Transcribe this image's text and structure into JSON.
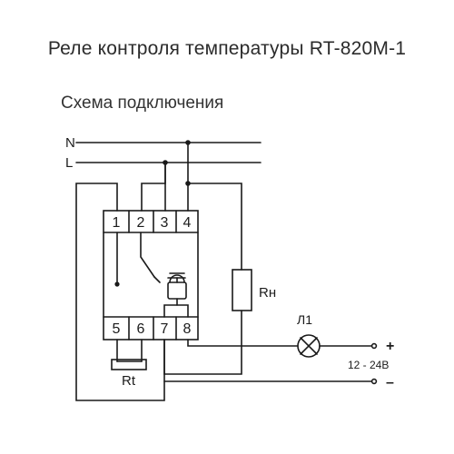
{
  "title": "Реле контроля температуры RT-820M-1",
  "subtitle": "Схема подключения",
  "lines": {
    "neutral": "N",
    "phase": "L"
  },
  "terminals_top": [
    "1",
    "2",
    "3",
    "4"
  ],
  "terminals_bottom": [
    "5",
    "6",
    "7",
    "8"
  ],
  "components": {
    "load": "Rн",
    "sensor": "Rt",
    "lamp": "Л1"
  },
  "supply": {
    "plus": "+",
    "minus": "–",
    "voltage": "12 - 24В"
  }
}
